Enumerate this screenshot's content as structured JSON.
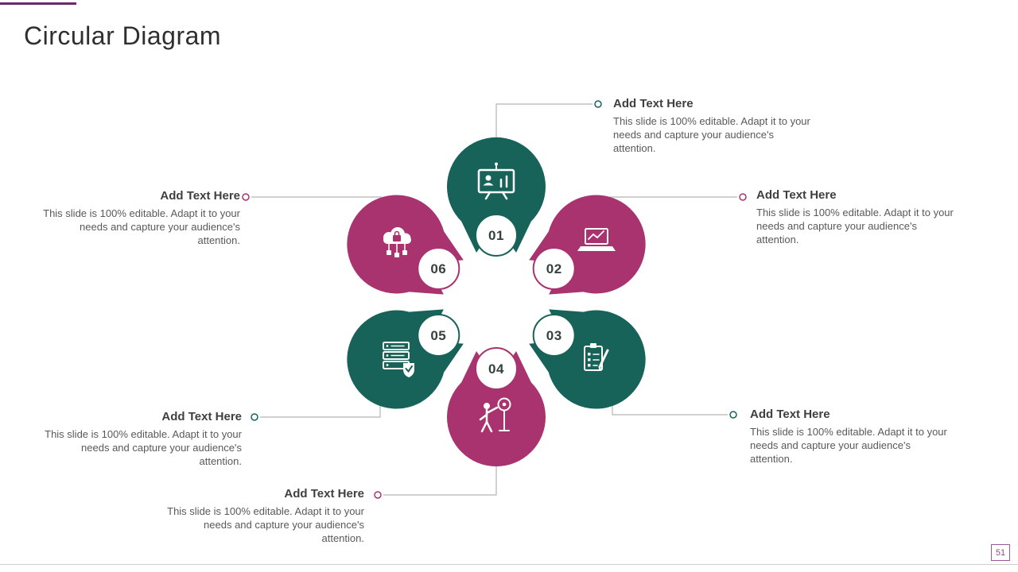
{
  "slide": {
    "title": "Circular Diagram",
    "page_number": "51"
  },
  "colors": {
    "teal": "#17635a",
    "magenta": "#a8336e",
    "accent": "#6b2a67",
    "connector": "#b5b5b5",
    "heading_text": "#3f3f3f",
    "body_text": "#595959"
  },
  "diagram": {
    "numbers": [
      {
        "label": "01",
        "ring": "teal"
      },
      {
        "label": "02",
        "ring": "magenta"
      },
      {
        "label": "03",
        "ring": "teal"
      },
      {
        "label": "04",
        "ring": "magenta"
      },
      {
        "label": "05",
        "ring": "teal"
      },
      {
        "label": "06",
        "ring": "magenta"
      }
    ],
    "petals": [
      {
        "position": "top",
        "color": "teal",
        "icon": "team-dashboard-icon"
      },
      {
        "position": "top-right",
        "color": "magenta",
        "icon": "laptop-icon"
      },
      {
        "position": "bottom-right",
        "color": "teal",
        "icon": "checklist-pencil-icon"
      },
      {
        "position": "bottom",
        "color": "magenta",
        "icon": "presenter-target-icon"
      },
      {
        "position": "bottom-left",
        "color": "teal",
        "icon": "server-shield-icon"
      },
      {
        "position": "top-left",
        "color": "magenta",
        "icon": "cloud-lock-icon"
      }
    ]
  },
  "callouts": [
    {
      "position": "top",
      "heading": "Add Text Here",
      "body": "This slide is 100% editable. Adapt it to your needs and capture your audience's attention."
    },
    {
      "position": "right-upper",
      "heading": "Add Text Here",
      "body": "This slide is 100% editable. Adapt it to your needs and capture your audience's attention."
    },
    {
      "position": "right-lower",
      "heading": "Add Text Here",
      "body": "This slide is 100% editable. Adapt it to your needs and capture your audience's attention."
    },
    {
      "position": "bottom",
      "heading": "Add Text Here",
      "body": "This slide is 100% editable. Adapt it to your needs and capture your audience's attention."
    },
    {
      "position": "left-lower",
      "heading": "Add Text Here",
      "body": "This slide is 100% editable. Adapt it to your needs and capture your audience's attention."
    },
    {
      "position": "left-upper",
      "heading": "Add Text Here",
      "body": "This slide is 100% editable. Adapt it to your needs and capture your audience's attention."
    }
  ]
}
